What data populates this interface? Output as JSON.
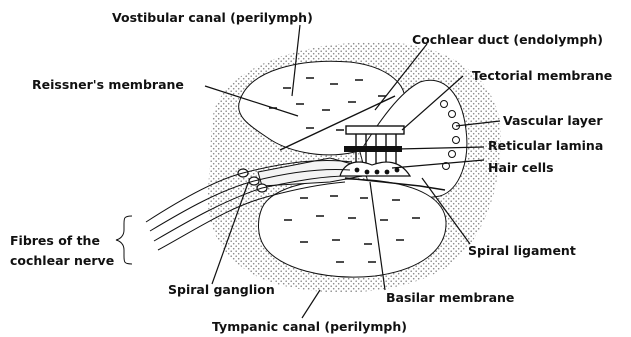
{
  "diagram": {
    "labels": {
      "vestibular_canal": "Vostibular canal (perilymph)",
      "cochlear_duct": "Cochlear duct (endolymph)",
      "reissners_membrane": "Reissner's membrane",
      "tectorial_membrane": "Tectorial membrane",
      "vascular_layer": "Vascular layer",
      "reticular_lamina": "Reticular lamina",
      "hair_cells": "Hair cells",
      "fibres_line1": "Fibres of the",
      "fibres_line2": "cochlear nerve",
      "spiral_ganglion": "Spiral ganglion",
      "spiral_ligament": "Spiral ligament",
      "basilar_membrane": "Basilar membrane",
      "tympanic_canal": "Tympanic canal (perilymph)"
    },
    "colors": {
      "ink": "#111111",
      "stipple": "#8a8a8a",
      "background": "#ffffff"
    }
  }
}
